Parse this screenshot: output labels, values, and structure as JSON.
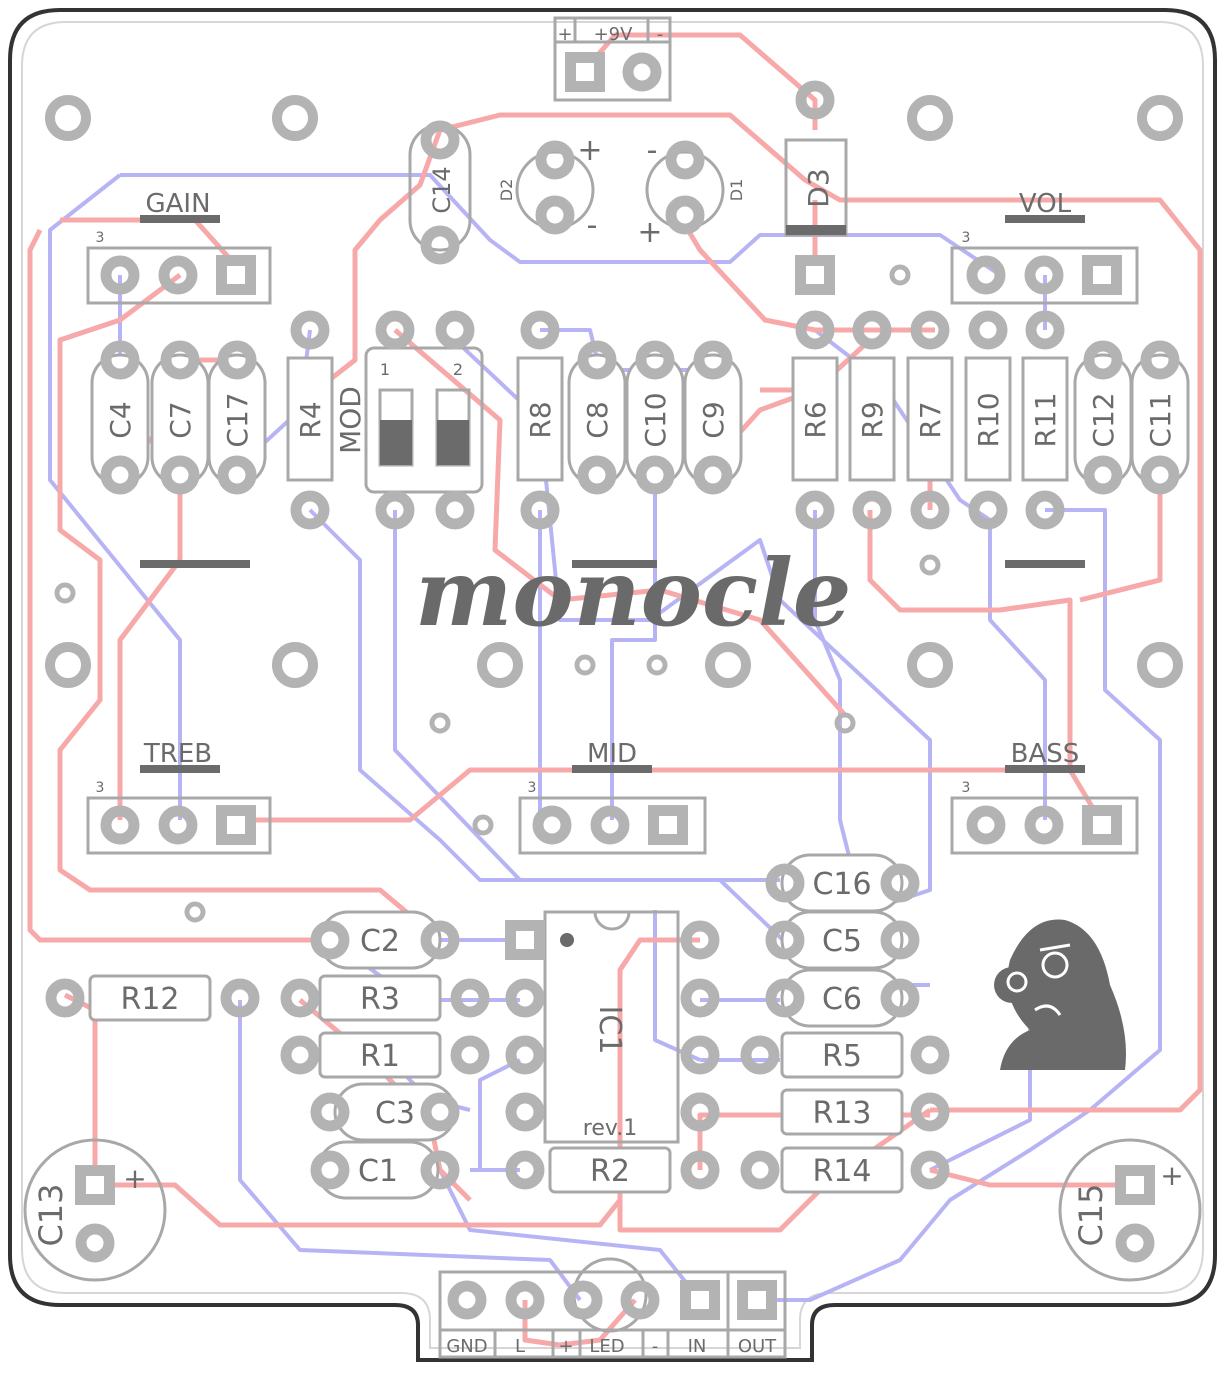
{
  "colors": {
    "outline": "#333333",
    "silk": "#a8a8a8",
    "pad": "#b3b3b3",
    "top_trace": "#f7a8a8",
    "bottom_trace": "#b7b4f5",
    "logo": "#6a6a6a"
  },
  "logo": {
    "text": "monocle",
    "revision": "rev.1"
  },
  "header": {
    "plus": "+",
    "label": "+9V",
    "minus": "-"
  },
  "pots": {
    "gain": "GAIN",
    "vol": "VOL",
    "treb": "TREB",
    "mid": "MID",
    "bass": "BASS",
    "pin1": "3"
  },
  "switch": {
    "label": "MOD",
    "pin1": "1",
    "pin2": "2"
  },
  "ic": "IC1",
  "leds": {
    "d1": "D1",
    "d2": "D2",
    "d3": "D3",
    "plus": "+",
    "minus": "-"
  },
  "caps_row": [
    "C4",
    "C7",
    "C17",
    "C8",
    "C10",
    "C9",
    "C12",
    "C11"
  ],
  "res_row": [
    "R4",
    "R8",
    "R6",
    "R9",
    "R7",
    "R10",
    "R11"
  ],
  "lower_left": [
    "C2",
    "R12",
    "R3",
    "R1",
    "C3",
    "C1"
  ],
  "lower_right": [
    "C16",
    "C5",
    "C6",
    "R5",
    "R13",
    "R2",
    "R14"
  ],
  "elcaps": {
    "c13": "C13",
    "c15": "C15",
    "c14": "C14",
    "plus": "+"
  },
  "io": {
    "gnd": "GND",
    "l": "L",
    "plus": "+",
    "led": "LED",
    "minus": "-",
    "in": "IN",
    "out": "OUT"
  }
}
